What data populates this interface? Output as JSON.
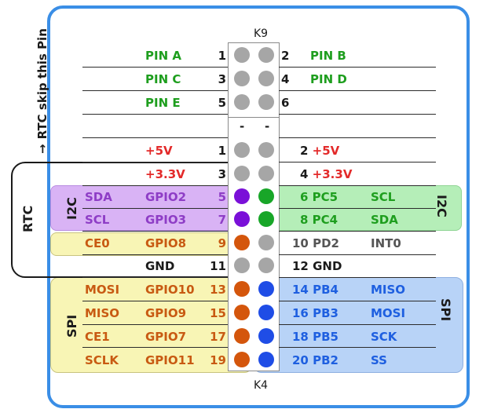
{
  "connector_top_label": "K9",
  "connector_bottom_label": "K4",
  "rtc_note": "RTC skip this Pin",
  "group_labels": {
    "rtc": "RTC",
    "i2c_left": "I2C",
    "i2c_right": "I2C",
    "spi_left": "SPI",
    "spi_right": "SPI"
  },
  "k9_rows": [
    {
      "left_label": "PIN A",
      "left_num": "1",
      "right_num": "2",
      "right_label": "PIN B"
    },
    {
      "left_label": "PIN C",
      "left_num": "3",
      "right_num": "4",
      "right_label": "PIN D"
    },
    {
      "left_label": "PIN E",
      "left_num": "5",
      "right_num": "6",
      "right_label": ""
    }
  ],
  "separator": {
    "left": "-",
    "right": "-"
  },
  "k4_rows": [
    {
      "func": "",
      "gpio": "+5V",
      "left_num": "1",
      "right": "2",
      "right_suffix": "+5V",
      "right_func": ""
    },
    {
      "func": "",
      "gpio": "+3.3V",
      "left_num": "3",
      "right": "4",
      "right_suffix": "+3.3V",
      "right_func": ""
    },
    {
      "func": "SDA",
      "gpio": "GPIO2",
      "left_num": "5",
      "right": "6 PC5",
      "right_suffix": "",
      "right_func": "SCL"
    },
    {
      "func": "SCL",
      "gpio": "GPIO3",
      "left_num": "7",
      "right": "8 PC4",
      "right_suffix": "",
      "right_func": "SDA"
    },
    {
      "func": "CE0",
      "gpio": "GPIO8",
      "left_num": "9",
      "right": "10 PD2",
      "right_suffix": "",
      "right_func": "INT0"
    },
    {
      "func": "",
      "gpio": "GND",
      "left_num": "11",
      "right": "12 GND",
      "right_suffix": "",
      "right_func": ""
    },
    {
      "func": "MOSI",
      "gpio": "GPIO10",
      "left_num": "13",
      "right": "14 PB4",
      "right_suffix": "",
      "right_func": "MISO"
    },
    {
      "func": "MISO",
      "gpio": "GPIO9",
      "left_num": "15",
      "right": "16 PB3",
      "right_suffix": "",
      "right_func": "MOSI"
    },
    {
      "func": "CE1",
      "gpio": "GPIO7",
      "left_num": "17",
      "right": "18 PB5",
      "right_suffix": "",
      "right_func": "SCK"
    },
    {
      "func": "SCLK",
      "gpio": "GPIO11",
      "left_num": "19",
      "right": "20 PB2",
      "right_suffix": "",
      "right_func": "SS"
    }
  ],
  "colors": {
    "frame": "#3a8ee6",
    "purple_zone": "#d9b3f5",
    "green_zone": "#b5eeb8",
    "yellow_zone": "#f8f5b5",
    "blue_zone": "#b8d3f7",
    "pin_grey": "#a6a6a6",
    "pin_purple": "#7a10d8",
    "pin_green": "#18a628",
    "pin_orange": "#d4560c",
    "pin_blue": "#1f4de6"
  }
}
